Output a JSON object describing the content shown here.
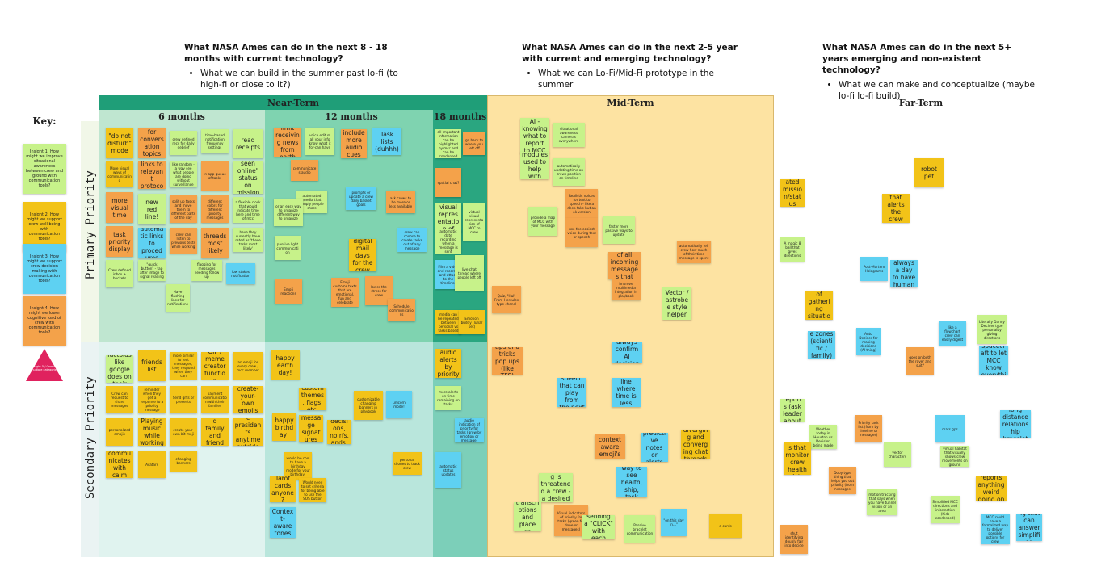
{
  "headers": [
    {
      "title": "What NASA Ames can do in the next 8 - 18 months with current technology?",
      "bullet": "What we can build in the summer past lo-fi (to high-fi or close to it?)"
    },
    {
      "title": "What NASA Ames can do in the next 2-5 year with current and emerging technology?",
      "bullet": "What we can Lo-Fi/Mid-Fi prototype in the summer"
    },
    {
      "title": "What NASA Ames can do in the next 5+ years emerging and non-existent technology?",
      "bullet": "What we can make and conceptualize (maybe lo-fi lo-fi build)"
    }
  ],
  "sections": {
    "near_term": "Near-Term",
    "mid_term": "Mid-Term",
    "far_term": "Far-Term"
  },
  "columns": {
    "six_months": "6 months",
    "twelve_months": "12 months",
    "eighteen_months": "18 months"
  },
  "rows": {
    "primary": "Primary Priority",
    "secondary": "Secondary Priority"
  },
  "key": {
    "title": "Key:",
    "items": [
      "Insight 1: How might we improve situational awareness between crew and ground with communication tools?",
      "Insight 2: How might we support crew well being with communication tools?",
      "Insight 3: How might we support crew decision making with communication tools?",
      "Insight 4: How might we lower cognitive load of crew with communication tools?",
      "Insight 5 / Crosses multiple categories"
    ]
  },
  "notes": [
    "\"do not disturb\" mode",
    "tagging for conversation topics search",
    "crew defined recs for daily debrief",
    "time-based notification frequency settings",
    "read receipts",
    "More visual ways of communicating",
    "easy links to relevant protocol areas",
    "like random - a way see what people are doing without surveillance",
    "in-app queue of tasks",
    "\"last seen online\" status on mission log",
    "more visual time",
    "new red line!",
    "split up tasks and move them to different parts of the day",
    "different colors for different priority messages",
    "a flexible clock that would indicate time here and time of mcc",
    "task priority display",
    "automatic links to procedures",
    "crew can listen to previous texts while working",
    "threads most likely",
    "have they currently have rated as 'these tasks most likely'",
    "Crew defined inbox + buckets",
    "\"quick button\" - tap after image to signal reading",
    "flagging for messages needing follow up",
    "low stakes notification",
    "Have flashing lines for notifications",
    "limit receiving news from earth",
    "voice edit of all your info know what it for-can have",
    "include more audio cues",
    "Task lists (duhhh)",
    "communicates audio",
    "automated media that simply people share",
    "prompts or update a crew daily basket goals",
    "ask crews to be more or less available",
    "or an easy way to organize different way to organize",
    "passive light communication",
    "digital mail days for the crew",
    "crew can choose to create tasks out of any message",
    "Emoji reactions",
    "Emoji customs texts that are emotional, fun and celebrate",
    "lower the stress for crew",
    "Schedule communications",
    "all important information can be highlighted by mcc and can be condensed",
    "go back to where you left off",
    "spatial chat?",
    "Mp -- virtual visual representation of crew to MCC",
    "virtual visual representation of MCC to crew",
    "automatic date recording when a message is sent",
    "Film a video and record it and attach to the timelines",
    "live chat thread where people left off",
    "media can be repeated between personal vs tasks based",
    "Emotion buddy (lunar pet)",
    "audio alerts by priority",
    "more alerts on time remaining on tasks",
    "audio indication of priority for tasks (grow by emotion or message)",
    "automatic status updates",
    "AI - knowing what to report to MCC",
    "situational awareness cameras everywhere",
    "Image recognition modules used to help with searching images",
    "automatically updating time on crews position on timeline",
    "Realistic voices for text to speech - like a deep fake but an ok version",
    "provide a map of MCC with your message",
    "use the easiest voice during text or speech",
    "faster more passive ways to update",
    "text to speech of all incoming messages that are missed",
    "improve multimedia integration in playbook",
    "automatically tell crew how much of their time message is spent",
    "Vector / astrobee style helper",
    "Quiz, \"Hal\" From Hercules type chanel",
    "tips and tricks pop ups (like TFS)",
    "crew can always confirm AI decisions",
    "text to speech that can play from the next line",
    "alternate red line where time is less pressure",
    "context aware emoji's",
    "predictive notes or alerts",
    "diverging and converging chat threads",
    "easy way to see health, ship, task stats",
    "something is threatened a crew - a desired limit",
    "Voice loop transcriptions and place on timeline",
    "Visual indicators of priority for tasks (green for done or messages)",
    "MCC sending a \"CLICK\" with each message",
    "Passive bracelet communication",
    "\"on this day in...\"",
    "e-cards",
    "little factoids like google does on their search",
    "friends list",
    "more similar to text messages, they respond when they can",
    "GIF / meme creator function",
    "an emoji for every crew / mcc member",
    "Crew can request to share messages",
    "reminder when they get a response to a priority message",
    "Send gifts or presents",
    "payment communication with their families",
    "create-your-own emojis",
    "personalized emojis",
    "Playing music while working",
    "create-your-own bit-moji",
    "pre-recorded family and friend messages",
    "academic presidents anytime outside boxes",
    "how communicates with calm voice",
    "Avatars",
    "changing banners",
    "happy earth day!",
    "custom themes, flags, etc.",
    "happy birthday!",
    "customizable message signatures (like in forums)",
    "tiktok for all decisions, no rfs, ands, or buts",
    "customizable changing banners in playbook",
    "unicorn mode!",
    "would be cool to have a birthday mode for your birthday!",
    "Tarot cards anyone?",
    "Would need to set criteria for being able to use the SOS button",
    "Context-aware tones",
    "personal drones to track crew",
    "robot pet",
    "auto generated mission/status reports",
    "Smart Spacecraft that alerts the crew when to move",
    "A magic 8 ball that gives directions",
    "Post-Mortem Holograms",
    "make it so that if there is always a day to have human made final decisions",
    "multiple modes of gathering situational awareness",
    "like a flowchart crew can easily digest",
    "Literally Danny Decider type personality giving directions",
    "separate zones (scientific / family) threads",
    "Auto Decider for making decisions (AI thing)",
    "goes on both the rover and suit?",
    "smart spacecraft to let MCC know everything",
    "Social relationship reports (ask leader about it hypotenuse)",
    "Weather today in Houston vs Decision being made",
    "Priority task list (from by timeline or messages)",
    "mars gps",
    "long distance relationship bracelet",
    "smart watches that monitor crew health data signals",
    "Dopy type thing that helps you out priority (from messages)",
    "vector characters",
    "virtual habitat that visually shows crew movements on ground",
    "virtual habitat that reports anything weird going on with the ship/habitat",
    "motion tracking that says when you have tunnel vision or an area",
    "Simplified MCC directions and information (Kids condensed)",
    "shut identifying doubly fair into decide",
    "MCC could have a formalized way to deliver possible options for crew",
    "backend modeling that can answer simplified suggestions to crew"
  ]
}
